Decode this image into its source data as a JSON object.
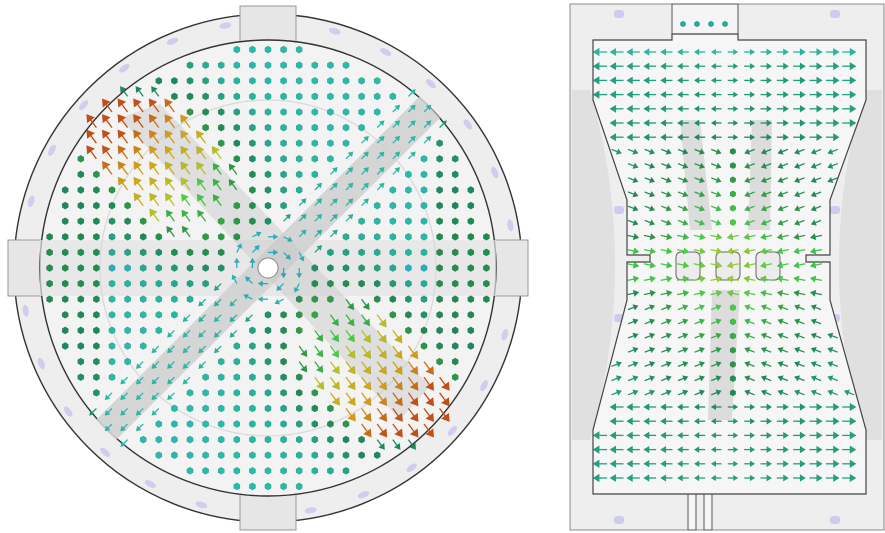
{
  "panels": [
    {
      "id": "top-view",
      "description_visible": ""
    },
    {
      "id": "side-view",
      "description_visible": ""
    }
  ],
  "colors": {
    "background": "#ffffff",
    "housing_fill": "#eeeeee",
    "housing_stroke": "#333333",
    "shadow": "#c8c8c8",
    "bolt": "#c6c6ee",
    "scale": [
      "#1aa0d8",
      "#22c0b0",
      "#1a8a58",
      "#2ca040",
      "#3ad040",
      "#a8d020",
      "#d8a010",
      "#c02010"
    ]
  },
  "icons": {
    "field_glyph": "cone-arrow",
    "dot_glyph": "hexagon-dot",
    "bolt_glyph": "rounded-bolt-head"
  }
}
